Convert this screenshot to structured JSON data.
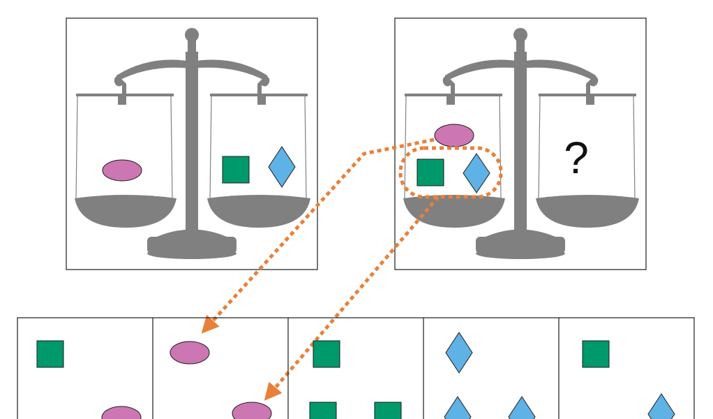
{
  "puzzle": {
    "question_mark": "?",
    "colors": {
      "scale": "#808080",
      "frame": "#1a1a1a",
      "oval": "#cc77b4",
      "square": "#00996b",
      "diamond": "#5eb2e6",
      "arrow": "#e8803a"
    },
    "shapes": [
      "oval",
      "square",
      "diamond"
    ]
  }
}
